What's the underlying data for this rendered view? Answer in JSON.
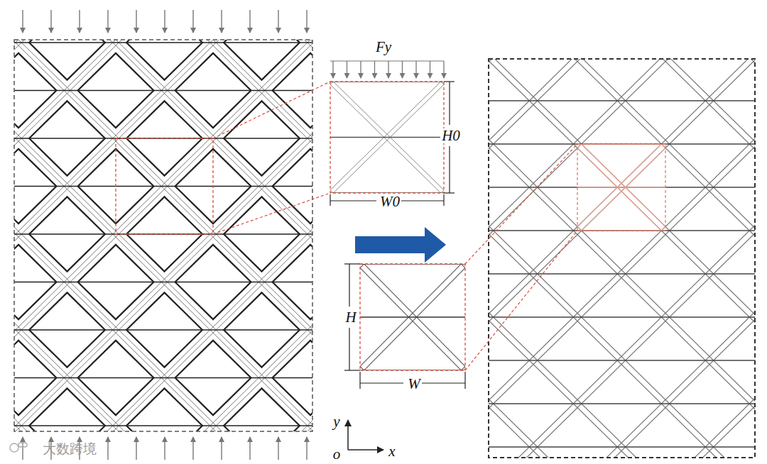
{
  "diagram": {
    "labels": [
      "Fy",
      "H0",
      "W0",
      "H",
      "W",
      "y",
      "x",
      "o",
      "大数跨境"
    ]
  }
}
